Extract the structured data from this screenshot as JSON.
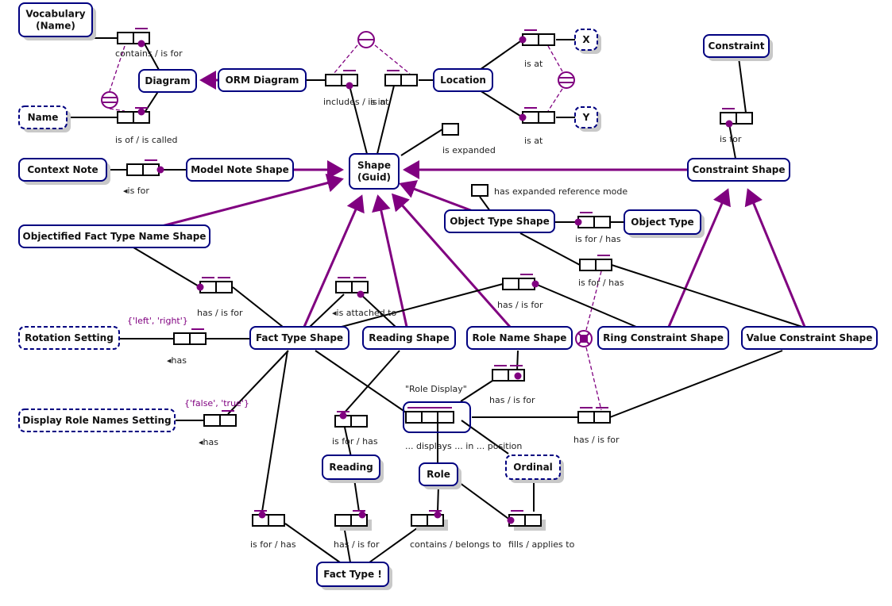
{
  "diagram": {
    "title": "ORM Diagram Metamodel",
    "colors": {
      "entity_border": "#000080",
      "subtype_arrow": "#800080",
      "constraint": "#800080",
      "role_link": "#000000"
    },
    "entities": [
      {
        "id": "vocabulary",
        "label": "Vocabulary (Name)",
        "lines": [
          "Vocabulary",
          "(Name)"
        ],
        "kind": "entity",
        "shadow": true
      },
      {
        "id": "name",
        "label": "Name",
        "lines": [
          "Name"
        ],
        "kind": "value",
        "shadow": true
      },
      {
        "id": "diagram",
        "label": "Diagram",
        "lines": [
          "Diagram"
        ],
        "kind": "entity",
        "shadow": false
      },
      {
        "id": "orm-diagram",
        "label": "ORM Diagram",
        "lines": [
          "ORM Diagram"
        ],
        "kind": "entity",
        "shadow": false
      },
      {
        "id": "location",
        "label": "Location",
        "lines": [
          "Location"
        ],
        "kind": "entity",
        "shadow": false
      },
      {
        "id": "x",
        "label": "X",
        "lines": [
          "X"
        ],
        "kind": "value",
        "shadow": true
      },
      {
        "id": "y",
        "label": "Y",
        "lines": [
          "Y"
        ],
        "kind": "value",
        "shadow": true
      },
      {
        "id": "constraint",
        "label": "Constraint",
        "lines": [
          "Constraint"
        ],
        "kind": "entity",
        "shadow": true
      },
      {
        "id": "context-note",
        "label": "Context Note",
        "lines": [
          "Context Note"
        ],
        "kind": "entity",
        "shadow": true
      },
      {
        "id": "model-note-shape",
        "label": "Model Note Shape",
        "lines": [
          "Model Note Shape"
        ],
        "kind": "entity",
        "shadow": false
      },
      {
        "id": "shape",
        "label": "Shape (Guid)",
        "lines": [
          "Shape",
          "(Guid)"
        ],
        "kind": "entity",
        "shadow": false
      },
      {
        "id": "constraint-shape",
        "label": "Constraint Shape",
        "lines": [
          "Constraint Shape"
        ],
        "kind": "entity",
        "shadow": false
      },
      {
        "id": "object-type-shape",
        "label": "Object Type Shape",
        "lines": [
          "Object Type Shape"
        ],
        "kind": "entity",
        "shadow": false
      },
      {
        "id": "object-type",
        "label": "Object Type",
        "lines": [
          "Object Type"
        ],
        "kind": "entity",
        "shadow": true
      },
      {
        "id": "objectified-fact-type-name-shape",
        "label": "Objectified Fact Type Name Shape",
        "lines": [
          "Objectified Fact Type Name Shape"
        ],
        "kind": "entity",
        "shadow": false
      },
      {
        "id": "rotation-setting",
        "label": "Rotation Setting",
        "lines": [
          "Rotation Setting"
        ],
        "kind": "value",
        "shadow": false
      },
      {
        "id": "fact-type-shape",
        "label": "Fact Type Shape",
        "lines": [
          "Fact Type Shape"
        ],
        "kind": "entity",
        "shadow": false
      },
      {
        "id": "reading-shape",
        "label": "Reading Shape",
        "lines": [
          "Reading Shape"
        ],
        "kind": "entity",
        "shadow": false
      },
      {
        "id": "role-name-shape",
        "label": "Role Name Shape",
        "lines": [
          "Role Name Shape"
        ],
        "kind": "entity",
        "shadow": false
      },
      {
        "id": "ring-constraint-shape",
        "label": "Ring Constraint Shape",
        "lines": [
          "Ring Constraint Shape"
        ],
        "kind": "entity",
        "shadow": false
      },
      {
        "id": "value-constraint-shape",
        "label": "Value Constraint Shape",
        "lines": [
          "Value Constraint Shape"
        ],
        "kind": "entity",
        "shadow": false
      },
      {
        "id": "display-role-names-setting",
        "label": "Display Role Names Setting",
        "lines": [
          "Display Role Names Setting"
        ],
        "kind": "value",
        "shadow": false
      },
      {
        "id": "reading",
        "label": "Reading",
        "lines": [
          "Reading"
        ],
        "kind": "entity",
        "shadow": true
      },
      {
        "id": "role",
        "label": "Role",
        "lines": [
          "Role"
        ],
        "kind": "entity",
        "shadow": true
      },
      {
        "id": "ordinal",
        "label": "Ordinal",
        "lines": [
          "Ordinal"
        ],
        "kind": "value",
        "shadow": true
      },
      {
        "id": "fact-type",
        "label": "Fact Type !",
        "lines": [
          "Fact Type !"
        ],
        "kind": "entity",
        "shadow": true
      }
    ],
    "fact_types": [
      {
        "id": "ft-vocab-contains-diagram",
        "reading": "contains / is for"
      },
      {
        "id": "ft-diagram-is-called",
        "reading": "is of / is called"
      },
      {
        "id": "ft-orm-includes-shape",
        "reading": "includes / is in"
      },
      {
        "id": "ft-shape-is-at",
        "reading": "is at"
      },
      {
        "id": "ft-location-x",
        "reading": "is at"
      },
      {
        "id": "ft-location-y",
        "reading": "is at"
      },
      {
        "id": "ft-shape-expanded",
        "reading": "is expanded"
      },
      {
        "id": "ft-constraint-shape-for",
        "reading": "is for"
      },
      {
        "id": "ft-note-for",
        "reading": "◂is for"
      },
      {
        "id": "ft-ots-expanded-refmode",
        "reading": "has expanded reference mode"
      },
      {
        "id": "ft-ots-object-type",
        "reading": "is for / has"
      },
      {
        "id": "ft-oftns-for",
        "reading": "is for / has"
      },
      {
        "id": "ft-fts-reading-shape",
        "reading": "has / is for"
      },
      {
        "id": "ft-rns-attached",
        "reading": "◂is attached to"
      },
      {
        "id": "ft-ots-value-constraint",
        "reading": "has / is for"
      },
      {
        "id": "ft-rotation",
        "reading": "◂has"
      },
      {
        "id": "ft-display-role-names",
        "reading": "◂has"
      },
      {
        "id": "ft-role-name-shape",
        "reading": "has / is for"
      },
      {
        "id": "ft-role-display",
        "reading": "... displays ... in ... position"
      },
      {
        "id": "ft-role-value-constraint",
        "reading": "has / is for"
      },
      {
        "id": "ft-reading-shape-reading",
        "reading": "is for / has"
      },
      {
        "id": "ft-fts-fact-type",
        "reading": "is for / has"
      },
      {
        "id": "ft-reading-fact-type",
        "reading": "has / is for"
      },
      {
        "id": "ft-fact-type-role",
        "reading": "contains / belongs to"
      },
      {
        "id": "ft-role-ordinal",
        "reading": "fills / applies to"
      }
    ],
    "value_constraints": [
      {
        "id": "vc-rotation",
        "text": "{'left', 'right'}"
      },
      {
        "id": "vc-display-role-names",
        "text": "{'false', 'true'}"
      }
    ],
    "objectification_label": "\"Role Display\""
  }
}
